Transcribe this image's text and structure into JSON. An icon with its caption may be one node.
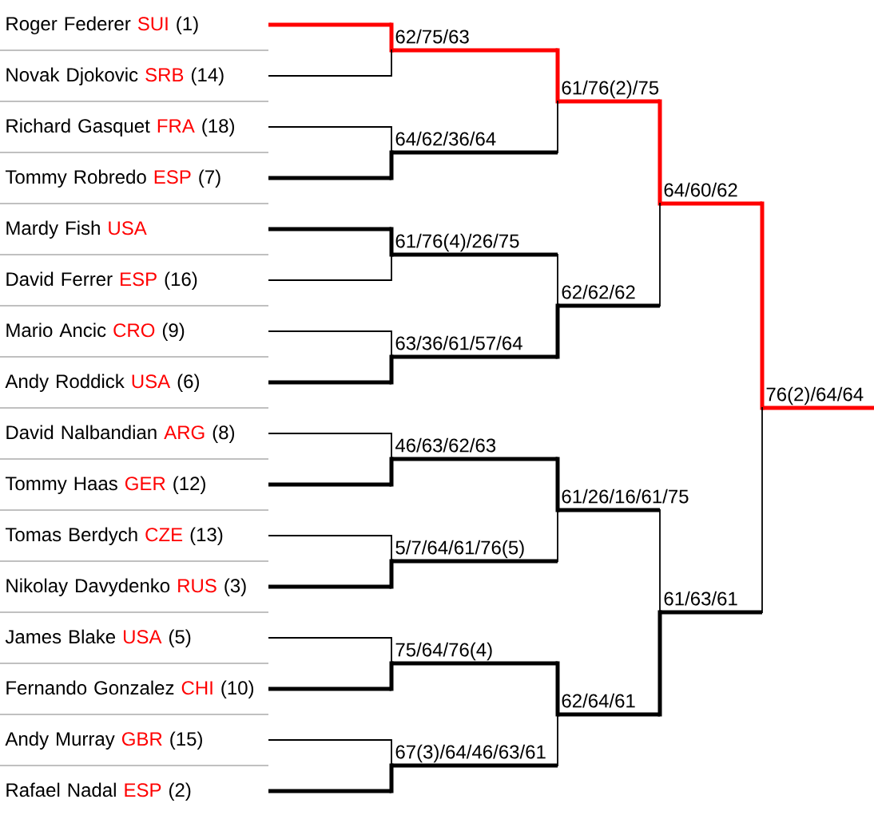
{
  "diagram": {
    "nodes": [
      {
        "text": [
          "Roger Federer",
          "SUI",
          "(1)"
        ]
      },
      {
        "text": [
          "Novak Djokovic",
          "SRB",
          "(14)"
        ]
      },
      {
        "text": [
          "Richard Gasquet",
          "FRA",
          "(18)"
        ]
      },
      {
        "text": [
          "Tommy Robredo",
          "ESP",
          "(7)"
        ]
      },
      {
        "text": [
          "Mardy Fish",
          "USA"
        ]
      },
      {
        "text": [
          "David Ferrer",
          "ESP",
          "(16)"
        ]
      },
      {
        "text": [
          "Mario Ancic",
          "CRO",
          "(9)"
        ]
      },
      {
        "text": [
          "Andy Roddick",
          "USA",
          "(6)"
        ]
      },
      {
        "text": [
          "David Nalbandian",
          "ARG",
          "(8)"
        ]
      },
      {
        "text": [
          "Tommy Haas",
          "GER",
          "(12)"
        ]
      },
      {
        "text": [
          "Tomas Berdych",
          "CZE",
          "(13)"
        ]
      },
      {
        "text": [
          "Nikolay Davydenko",
          "RUS",
          "(3)"
        ]
      },
      {
        "text": [
          "James Blake",
          "USA",
          "(5)"
        ]
      },
      {
        "text": [
          "Fernando Gonzalez",
          "CHI",
          "(10)"
        ]
      },
      {
        "text": [
          "Andy Murray",
          "GBR",
          "(15)"
        ]
      },
      {
        "text": [
          "Rafael Nadal",
          "ESP",
          "(2)"
        ]
      },
      {
        "text": [
          "62/75/63"
        ]
      },
      {
        "text": [
          "64/62/36/64"
        ]
      },
      {
        "text": [
          "61/76(4)/26/75"
        ]
      },
      {
        "text": [
          "63/36/61/57/64"
        ]
      },
      {
        "text": [
          "46/63/62/63"
        ]
      },
      {
        "text": [
          "5/7/64/61/76(5)"
        ]
      },
      {
        "text": [
          "75/64/76(4)"
        ]
      },
      {
        "text": [
          "67(3)/64/46/63/61"
        ]
      },
      {
        "text": [
          "61/76(2)/75"
        ]
      },
      {
        "text": [
          "62/62/62"
        ]
      },
      {
        "text": [
          "61/26/16/61/75"
        ]
      },
      {
        "text": [
          "62/64/61"
        ]
      },
      {
        "text": [
          "64/60/62"
        ]
      },
      {
        "text": [
          "61/63/61"
        ]
      },
      {
        "text": [
          "76(2)/64/64"
        ]
      }
    ],
    "edges": [
      {
        "from": 0,
        "to": 16,
        "arrow": "none",
        "style": "thick",
        "color": "#ff0000"
      },
      {
        "from": 1,
        "to": 16,
        "arrow": "none"
      },
      {
        "from": 2,
        "to": 17,
        "arrow": "none"
      },
      {
        "from": 3,
        "to": 17,
        "arrow": "none",
        "style": "thick"
      },
      {
        "from": 4,
        "to": 18,
        "arrow": "none",
        "style": "thick"
      },
      {
        "from": 5,
        "to": 18,
        "arrow": "none"
      },
      {
        "from": 6,
        "to": 19,
        "arrow": "none"
      },
      {
        "from": 7,
        "to": 19,
        "arrow": "none",
        "style": "thick"
      },
      {
        "from": 8,
        "to": 20,
        "arrow": "none"
      },
      {
        "from": 9,
        "to": 20,
        "arrow": "none",
        "style": "thick"
      },
      {
        "from": 10,
        "to": 21,
        "arrow": "none"
      },
      {
        "from": 11,
        "to": 21,
        "arrow": "none",
        "style": "thick"
      },
      {
        "from": 12,
        "to": 22,
        "arrow": "none"
      },
      {
        "from": 13,
        "to": 22,
        "arrow": "none",
        "style": "thick"
      },
      {
        "from": 14,
        "to": 23,
        "arrow": "none"
      },
      {
        "from": 15,
        "to": 23,
        "arrow": "none",
        "style": "thick"
      },
      {
        "from": 16,
        "to": 24,
        "arrow": "none",
        "style": "thick",
        "color": "#ff0000"
      },
      {
        "from": 17,
        "to": 24,
        "arrow": "none"
      },
      {
        "from": 18,
        "to": 25,
        "arrow": "none"
      },
      {
        "from": 19,
        "to": 25,
        "arrow": "none",
        "style": "thick"
      },
      {
        "from": 20,
        "to": 26,
        "arrow": "none",
        "style": "thick"
      },
      {
        "from": 21,
        "to": 26,
        "arrow": "none"
      },
      {
        "from": 22,
        "to": 27,
        "arrow": "none",
        "style": "thick"
      },
      {
        "from": 23,
        "to": 27,
        "arrow": "none"
      },
      {
        "from": 24,
        "to": 28,
        "arrow": "none",
        "style": "thick",
        "color": "#ff0000"
      },
      {
        "from": 25,
        "to": 28,
        "arrow": "none"
      },
      {
        "from": 26,
        "to": 29,
        "arrow": "none"
      },
      {
        "from": 27,
        "to": 29,
        "arrow": "none",
        "style": "thick"
      },
      {
        "from": 28,
        "to": 30,
        "arrow": "none",
        "style": "thick",
        "color": "#ff0000"
      },
      {
        "from": 29,
        "to": 30,
        "arrow": "none"
      }
    ]
  }
}
